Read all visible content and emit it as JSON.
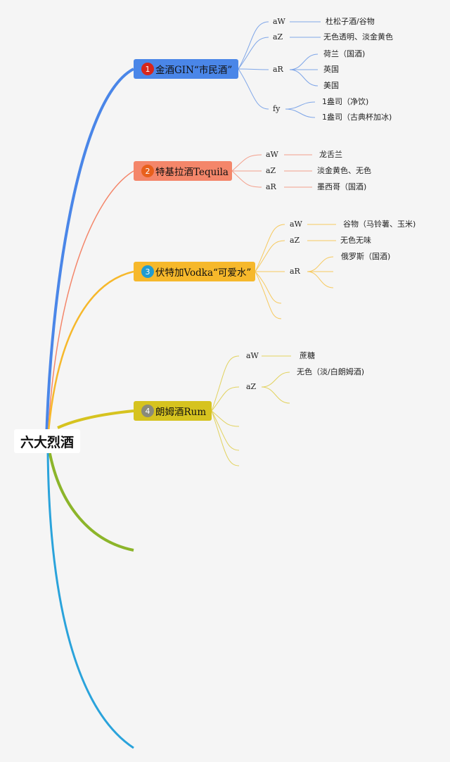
{
  "root": {
    "label": "六大烈酒"
  },
  "branches": [
    {
      "num": "1",
      "label": "金酒GIN“市民酒”",
      "color": "#4a86e8",
      "groups": [
        {
          "key": "aW",
          "leaves": [
            "杜松子酒/谷物"
          ]
        },
        {
          "key": "aZ",
          "leaves": [
            "无色透明、淡金黄色"
          ]
        },
        {
          "key": "aR",
          "leaves": [
            "荷兰（国酒)",
            "英国",
            "美国"
          ]
        },
        {
          "key": "fy",
          "leaves": [
            "1盎司（净饮)",
            "1盎司（古典杯加冰)"
          ]
        }
      ]
    },
    {
      "num": "2",
      "label": "特基拉酒Tequila",
      "color": "#f4866a",
      "groups": [
        {
          "key": "aW",
          "leaves": [
            "龙舌兰"
          ]
        },
        {
          "key": "aZ",
          "leaves": [
            "淡金黄色、无色"
          ]
        },
        {
          "key": "aR",
          "leaves": [
            "墨西哥（国酒)"
          ]
        }
      ]
    },
    {
      "num": "3",
      "label": "伏特加Vodka“可爱水”",
      "color": "#f6b82b",
      "groups": [
        {
          "key": "aW",
          "leaves": [
            "谷物（马铃薯、玉米)"
          ]
        },
        {
          "key": "aZ",
          "leaves": [
            "无色无味"
          ]
        },
        {
          "key": "aR",
          "leaves": [
            "俄罗斯（国酒)"
          ]
        }
      ]
    },
    {
      "num": "4",
      "label": "朗姆酒Rum",
      "color": "#d6c31f",
      "groups": [
        {
          "key": "aW",
          "leaves": [
            "蔗糖"
          ]
        },
        {
          "key": "aZ",
          "leaves": [
            "无色（淡/白朗姆酒)"
          ]
        }
      ]
    }
  ],
  "extra_branch_colors": [
    "#8cb52a",
    "#2aa3db"
  ]
}
